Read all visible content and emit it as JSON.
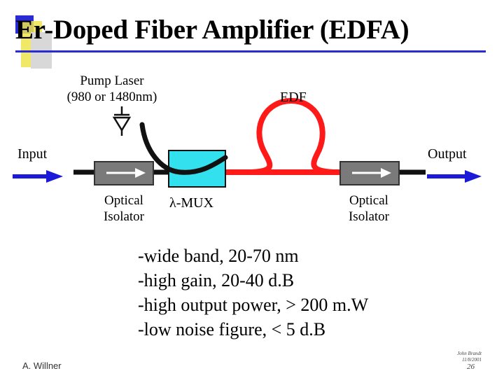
{
  "slide": {
    "title": "Er-Doped Fiber Amplifier (EDFA)",
    "accent_blue": "#2b2bd6",
    "accent_yellow": "#f0e44c"
  },
  "diagram": {
    "pump_laser_line1": "Pump Laser",
    "pump_laser_line2": "(980 or 1480nm)",
    "edf_label": "EDF",
    "input_label": "Input",
    "output_label": "Output",
    "isolator_left_line1": "Optical",
    "isolator_left_line2": "Isolator",
    "mux_label": "λ-MUX",
    "isolator_right_line1": "Optical",
    "isolator_right_line2": "Isolator",
    "colors": {
      "signal_arrow": "#1a1ad8",
      "edf_fiber": "#ff1a1a",
      "mux_box": "#33e0ee",
      "isolator": "#7a7a7a"
    },
    "icons": [
      "laser-diode-icon",
      "input-arrow-icon",
      "output-arrow-icon",
      "isolator-arrow-icon"
    ]
  },
  "bullets": [
    "-wide band, 20-70 nm",
    "-high gain, 20-40 d.B",
    "-high output power, > 200 m.W",
    "-low noise figure, < 5 d.B"
  ],
  "footer": {
    "author": "A. Willner",
    "corner_name": "John Brandt",
    "corner_date": "11/8/2001",
    "page_number": "26"
  }
}
